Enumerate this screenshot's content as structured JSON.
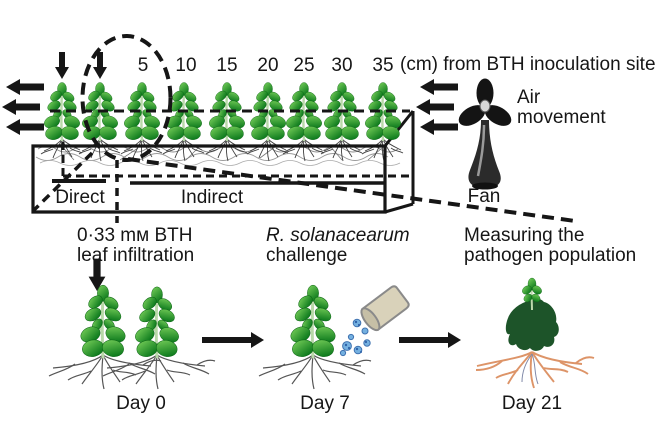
{
  "figure": {
    "distance_labels": [
      "5",
      "10",
      "15",
      "20",
      "25",
      "30",
      "35"
    ],
    "distance_suffix": "(cm) from BTH inoculation site",
    "air_line1": "Air",
    "air_line2": "movement",
    "fan_label": "Fan",
    "direct_label": "Direct",
    "indirect_label": "Indirect"
  },
  "timeline": {
    "stage1": {
      "line1": "0·33 mᴍ BTH",
      "line2": "leaf infiltration",
      "day": "Day 0"
    },
    "stage2": {
      "line1": "R. solanacearum",
      "line2": "challenge",
      "day": "Day 7"
    },
    "stage3": {
      "line1": "Measuring the",
      "line2": "pathogen population",
      "day": "Day 21"
    }
  },
  "colors": {
    "ink": "#161616",
    "leaf_light": "#72cc55",
    "leaf_dark": "#0d7a1d",
    "stem_green": "#b9d8a9",
    "root_gray": "#4a4a4a",
    "root_orange": "#dd9468",
    "wilted_green": "#1d5429",
    "bucket_beige": "#d9d2ba",
    "bacteria_blue": "#74b0e0"
  }
}
